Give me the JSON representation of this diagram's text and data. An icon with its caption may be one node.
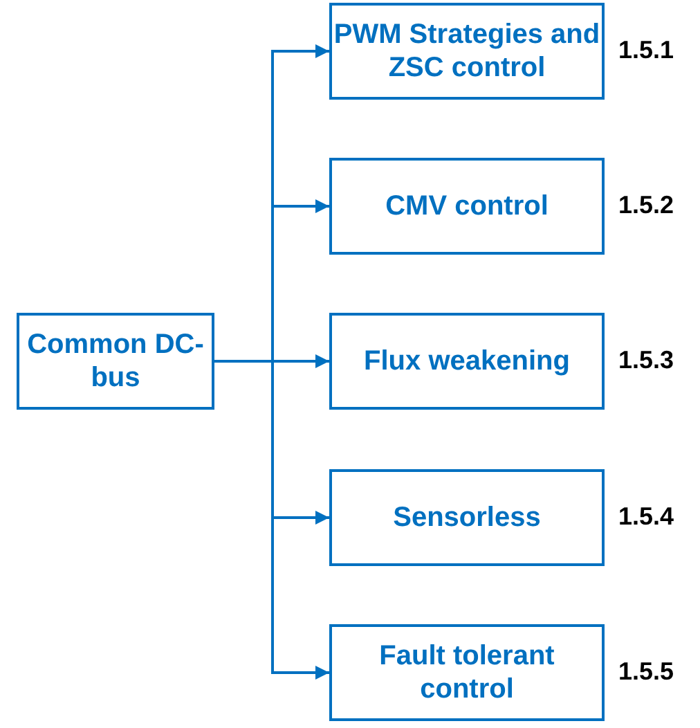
{
  "diagram": {
    "nodes": [
      {
        "text": [
          "Common DC-bus"
        ]
      },
      {
        "text": [
          "PWM Strategies and ZSC control"
        ],
        "beside": [
          "1.5.1"
        ]
      },
      {
        "text": [
          "CMV control"
        ],
        "beside": [
          "1.5.2"
        ]
      },
      {
        "text": [
          "Flux weakening"
        ],
        "beside": [
          "1.5.3"
        ]
      },
      {
        "text": [
          "Sensorless"
        ],
        "beside": [
          "1.5.4"
        ]
      },
      {
        "text": [
          "Fault tolerant control"
        ],
        "beside": [
          "1.5.5"
        ]
      }
    ],
    "edges": [
      {
        "from": 0,
        "to": 1,
        "arrow": "to"
      },
      {
        "from": 0,
        "to": 2,
        "arrow": "to"
      },
      {
        "from": 0,
        "to": 3,
        "arrow": "to"
      },
      {
        "from": 0,
        "to": 4,
        "arrow": "to"
      },
      {
        "from": 0,
        "to": 5,
        "arrow": "to"
      }
    ]
  }
}
